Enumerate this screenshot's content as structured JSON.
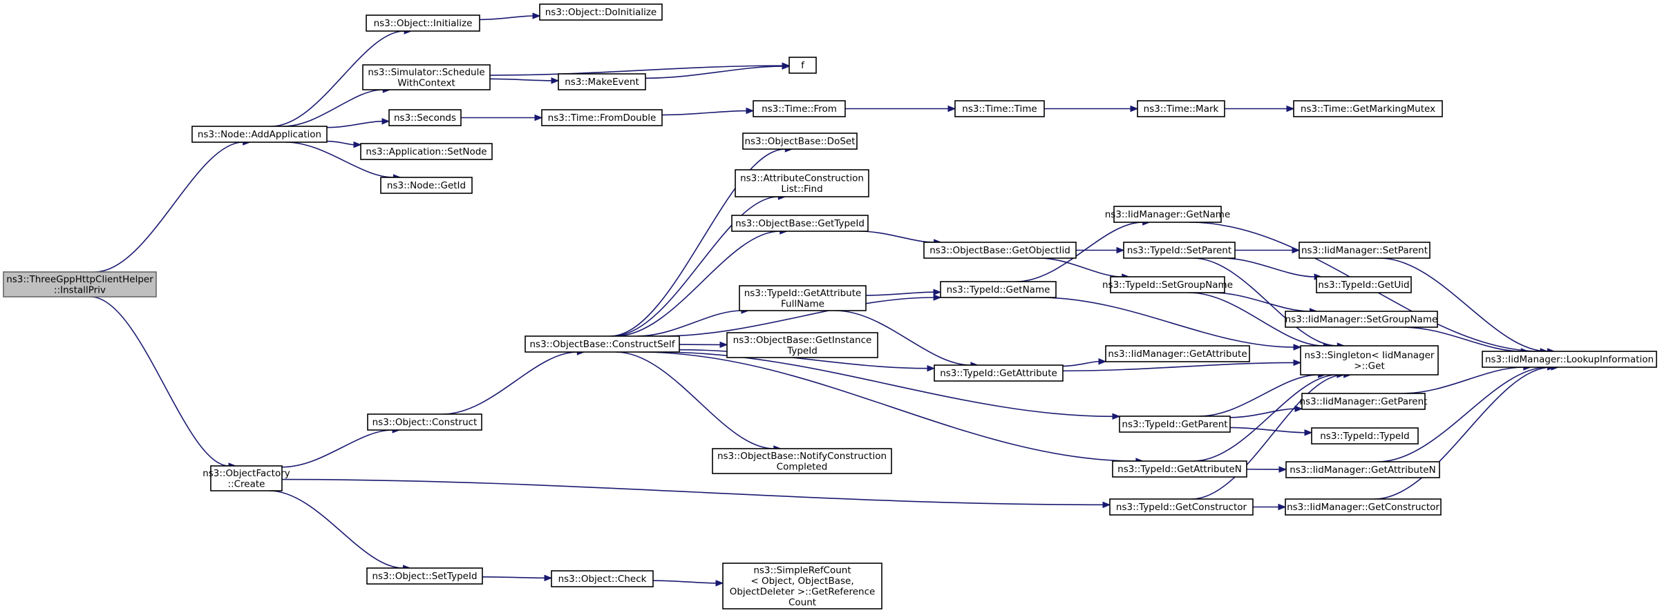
{
  "graph": {
    "nodes": [
      {
        "id": "install_priv",
        "lines": [
          "ns3::ThreeGppHttpClientHelper",
          "::InstallPriv"
        ],
        "root": true
      },
      {
        "id": "node_add_app",
        "lines": [
          "ns3::Node::AddApplication"
        ]
      },
      {
        "id": "obj_factory_create",
        "lines": [
          "ns3::ObjectFactory",
          "::Create"
        ]
      },
      {
        "id": "obj_initialize",
        "lines": [
          "ns3::Object::Initialize"
        ]
      },
      {
        "id": "obj_doinitialize",
        "lines": [
          "ns3::Object::DoInitialize"
        ]
      },
      {
        "id": "sim_schedule",
        "lines": [
          "ns3::Simulator::Schedule",
          "WithContext"
        ]
      },
      {
        "id": "f",
        "lines": [
          "f"
        ]
      },
      {
        "id": "make_event",
        "lines": [
          "ns3::MakeEvent"
        ]
      },
      {
        "id": "seconds",
        "lines": [
          "ns3::Seconds"
        ]
      },
      {
        "id": "time_fromdouble",
        "lines": [
          "ns3::Time::FromDouble"
        ]
      },
      {
        "id": "time_from",
        "lines": [
          "ns3::Time::From"
        ]
      },
      {
        "id": "time_time",
        "lines": [
          "ns3::Time::Time"
        ]
      },
      {
        "id": "time_mark",
        "lines": [
          "ns3::Time::Mark"
        ]
      },
      {
        "id": "time_getmarkingmutex",
        "lines": [
          "ns3::Time::GetMarkingMutex"
        ]
      },
      {
        "id": "app_setnode",
        "lines": [
          "ns3::Application::SetNode"
        ]
      },
      {
        "id": "node_getid",
        "lines": [
          "ns3::Node::GetId"
        ]
      },
      {
        "id": "obj_construct",
        "lines": [
          "ns3::Object::Construct"
        ]
      },
      {
        "id": "obj_settypeid",
        "lines": [
          "ns3::Object::SetTypeId"
        ]
      },
      {
        "id": "ob_constructself",
        "lines": [
          "ns3::ObjectBase::ConstructSelf"
        ]
      },
      {
        "id": "ob_doset",
        "lines": [
          "ns3::ObjectBase::DoSet"
        ]
      },
      {
        "id": "acl_find",
        "lines": [
          "ns3::AttributeConstruction",
          "List::Find"
        ]
      },
      {
        "id": "ob_gettypeid",
        "lines": [
          "ns3::ObjectBase::GetTypeId"
        ]
      },
      {
        "id": "typeid_getattrfullname",
        "lines": [
          "ns3::TypeId::GetAttribute",
          "FullName"
        ]
      },
      {
        "id": "ob_getinstancetypeid",
        "lines": [
          "ns3::ObjectBase::GetInstance",
          "TypeId"
        ]
      },
      {
        "id": "ob_notifyconstruction",
        "lines": [
          "ns3::ObjectBase::NotifyConstruction",
          "Completed"
        ]
      },
      {
        "id": "obj_check",
        "lines": [
          "ns3::Object::Check"
        ]
      },
      {
        "id": "simplerefcount",
        "lines": [
          "ns3::SimpleRefCount",
          "< Object, ObjectBase,",
          "ObjectDeleter >::GetReference",
          "Count"
        ]
      },
      {
        "id": "ob_getobjectiid",
        "lines": [
          "ns3::ObjectBase::GetObjectIid"
        ]
      },
      {
        "id": "typeid_getname",
        "lines": [
          "ns3::TypeId::GetName"
        ]
      },
      {
        "id": "typeid_getattribute",
        "lines": [
          "ns3::TypeId::GetAttribute"
        ]
      },
      {
        "id": "iid_getname",
        "lines": [
          "ns3::IidManager::GetName"
        ]
      },
      {
        "id": "typeid_setparent",
        "lines": [
          "ns3::TypeId::SetParent"
        ]
      },
      {
        "id": "typeid_setgroupname",
        "lines": [
          "ns3::TypeId::SetGroupName"
        ]
      },
      {
        "id": "iid_getattribute",
        "lines": [
          "ns3::IidManager::GetAttribute"
        ]
      },
      {
        "id": "typeid_getparent",
        "lines": [
          "ns3::TypeId::GetParent"
        ]
      },
      {
        "id": "typeid_getattributen",
        "lines": [
          "ns3::TypeId::GetAttributeN"
        ]
      },
      {
        "id": "typeid_getconstructor",
        "lines": [
          "ns3::TypeId::GetConstructor"
        ]
      },
      {
        "id": "iid_setparent",
        "lines": [
          "ns3::IidManager::SetParent"
        ]
      },
      {
        "id": "typeid_getuid",
        "lines": [
          "ns3::TypeId::GetUid"
        ]
      },
      {
        "id": "iid_setgroupname",
        "lines": [
          "ns3::IidManager::SetGroupName"
        ]
      },
      {
        "id": "singleton_get",
        "lines": [
          "ns3::Singleton< IidManager",
          ">::Get"
        ]
      },
      {
        "id": "iid_getparent",
        "lines": [
          "ns3::IidManager::GetParent"
        ]
      },
      {
        "id": "typeid_typeid",
        "lines": [
          "ns3::TypeId::TypeId"
        ]
      },
      {
        "id": "iid_getattributen",
        "lines": [
          "ns3::IidManager::GetAttributeN"
        ]
      },
      {
        "id": "iid_getconstructor",
        "lines": [
          "ns3::IidManager::GetConstructor"
        ]
      },
      {
        "id": "iid_lookupinformation",
        "lines": [
          "ns3::IidManager::LookupInformation"
        ]
      }
    ],
    "edges": [
      [
        "install_priv",
        "node_add_app"
      ],
      [
        "install_priv",
        "obj_factory_create"
      ],
      [
        "node_add_app",
        "obj_initialize"
      ],
      [
        "obj_initialize",
        "obj_doinitialize"
      ],
      [
        "node_add_app",
        "sim_schedule"
      ],
      [
        "sim_schedule",
        "f"
      ],
      [
        "sim_schedule",
        "make_event"
      ],
      [
        "make_event",
        "f"
      ],
      [
        "node_add_app",
        "seconds"
      ],
      [
        "seconds",
        "time_fromdouble"
      ],
      [
        "time_fromdouble",
        "time_from"
      ],
      [
        "time_from",
        "time_time"
      ],
      [
        "time_time",
        "time_mark"
      ],
      [
        "time_mark",
        "time_getmarkingmutex"
      ],
      [
        "node_add_app",
        "app_setnode"
      ],
      [
        "node_add_app",
        "node_getid"
      ],
      [
        "obj_factory_create",
        "obj_construct"
      ],
      [
        "obj_factory_create",
        "obj_settypeid"
      ],
      [
        "obj_factory_create",
        "typeid_getconstructor"
      ],
      [
        "obj_construct",
        "ob_constructself"
      ],
      [
        "obj_settypeid",
        "obj_check"
      ],
      [
        "obj_check",
        "simplerefcount"
      ],
      [
        "ob_constructself",
        "ob_doset"
      ],
      [
        "ob_constructself",
        "acl_find"
      ],
      [
        "ob_constructself",
        "ob_gettypeid"
      ],
      [
        "ob_constructself",
        "typeid_getname"
      ],
      [
        "ob_constructself",
        "typeid_getattrfullname"
      ],
      [
        "ob_constructself",
        "ob_getinstancetypeid"
      ],
      [
        "ob_constructself",
        "typeid_getattribute"
      ],
      [
        "ob_constructself",
        "typeid_getparent"
      ],
      [
        "ob_constructself",
        "ob_notifyconstruction"
      ],
      [
        "ob_constructself",
        "typeid_getattributen"
      ],
      [
        "ob_gettypeid",
        "ob_getobjectiid"
      ],
      [
        "ob_getobjectiid",
        "typeid_setparent"
      ],
      [
        "ob_getobjectiid",
        "typeid_setgroupname"
      ],
      [
        "typeid_getattrfullname",
        "typeid_getname"
      ],
      [
        "typeid_getattrfullname",
        "typeid_getattribute"
      ],
      [
        "typeid_getname",
        "iid_getname"
      ],
      [
        "typeid_getname",
        "singleton_get"
      ],
      [
        "typeid_getattribute",
        "iid_getattribute"
      ],
      [
        "typeid_getattribute",
        "singleton_get"
      ],
      [
        "typeid_setparent",
        "iid_setparent"
      ],
      [
        "typeid_setparent",
        "typeid_getuid"
      ],
      [
        "typeid_setparent",
        "singleton_get"
      ],
      [
        "typeid_setgroupname",
        "iid_setgroupname"
      ],
      [
        "typeid_setgroupname",
        "singleton_get"
      ],
      [
        "typeid_getparent",
        "singleton_get"
      ],
      [
        "typeid_getparent",
        "iid_getparent"
      ],
      [
        "typeid_getparent",
        "typeid_typeid"
      ],
      [
        "typeid_getattributen",
        "singleton_get"
      ],
      [
        "typeid_getattributen",
        "iid_getattributen"
      ],
      [
        "typeid_getconstructor",
        "singleton_get"
      ],
      [
        "typeid_getconstructor",
        "iid_getconstructor"
      ],
      [
        "iid_getname",
        "iid_lookupinformation"
      ],
      [
        "iid_setparent",
        "iid_lookupinformation"
      ],
      [
        "iid_setgroupname",
        "iid_lookupinformation"
      ],
      [
        "iid_getparent",
        "iid_lookupinformation"
      ],
      [
        "iid_getattributen",
        "iid_lookupinformation"
      ],
      [
        "iid_getconstructor",
        "iid_lookupinformation"
      ]
    ]
  }
}
